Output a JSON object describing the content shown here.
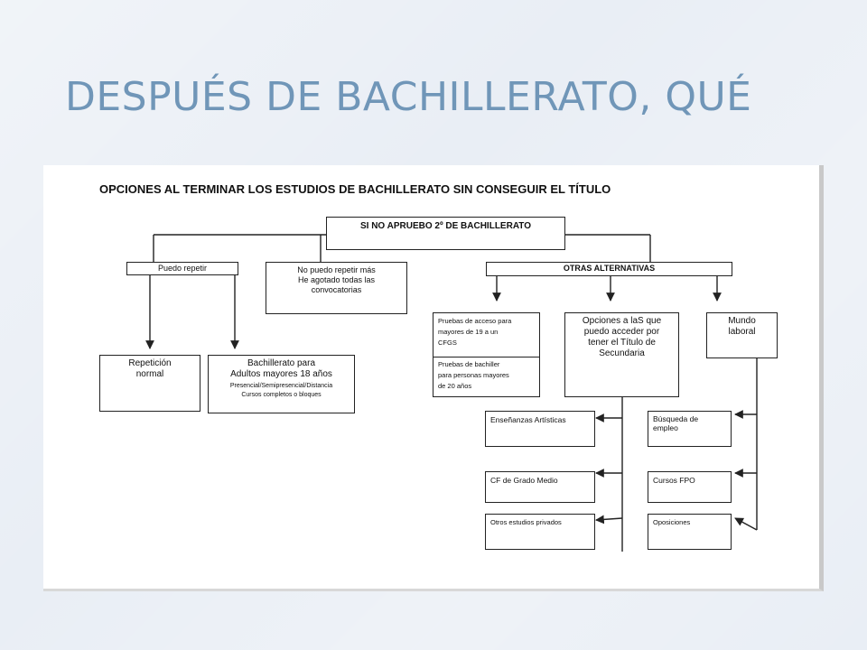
{
  "slide": {
    "title": "DESPUÉS DE BACHILLERATO, QUÉ"
  },
  "diagram": {
    "title": "OPCIONES AL TERMINAR LOS ESTUDIOS DE BACHILLERATO SIN CONSEGUIR EL TÍTULO",
    "root": "SI NO APRUEBO 2º DE BACHILLERATO",
    "puedo_repetir": "Puedo repetir",
    "no_puedo": {
      "l1": "No puedo repetir más",
      "l2": "He agotado todas las",
      "l3": "convocatorias"
    },
    "otras_alternativas": "OTRAS ALTERNATIVAS",
    "repeticion": {
      "l1": "Repetición",
      "l2": "normal"
    },
    "bach_adultos": {
      "l1": "Bachillerato para",
      "l2": "Adultos mayores 18 años",
      "l3": "Presencial/Semipresencial/Distancia",
      "l4": "Cursos completos o bloques"
    },
    "pruebas_acceso": {
      "l1": "Pruebas de acceso para",
      "l2": "mayores de 19 a un",
      "l3": "CFGS"
    },
    "pruebas_bachiller": {
      "l1": "Pruebas de bachiller",
      "l2": "para personas mayores",
      "l3": "de 20 años"
    },
    "opciones_titulo": {
      "l1": "Opciones a laS que",
      "l2": "puedo acceder por",
      "l3": "tener el Título de",
      "l4": "Secundaria"
    },
    "mundo_laboral": {
      "l1": "Mundo",
      "l2": "laboral"
    },
    "ensenanzas": "Enseñanzas Artísticas",
    "cf_medio": "CF de Grado Medio",
    "otros_estudios": "Otros estudios privados",
    "busqueda": {
      "l1": "Búsqueda de",
      "l2": "empleo"
    },
    "cursos_fpo": "Cursos FPO",
    "oposiciones": "Oposiciones"
  }
}
